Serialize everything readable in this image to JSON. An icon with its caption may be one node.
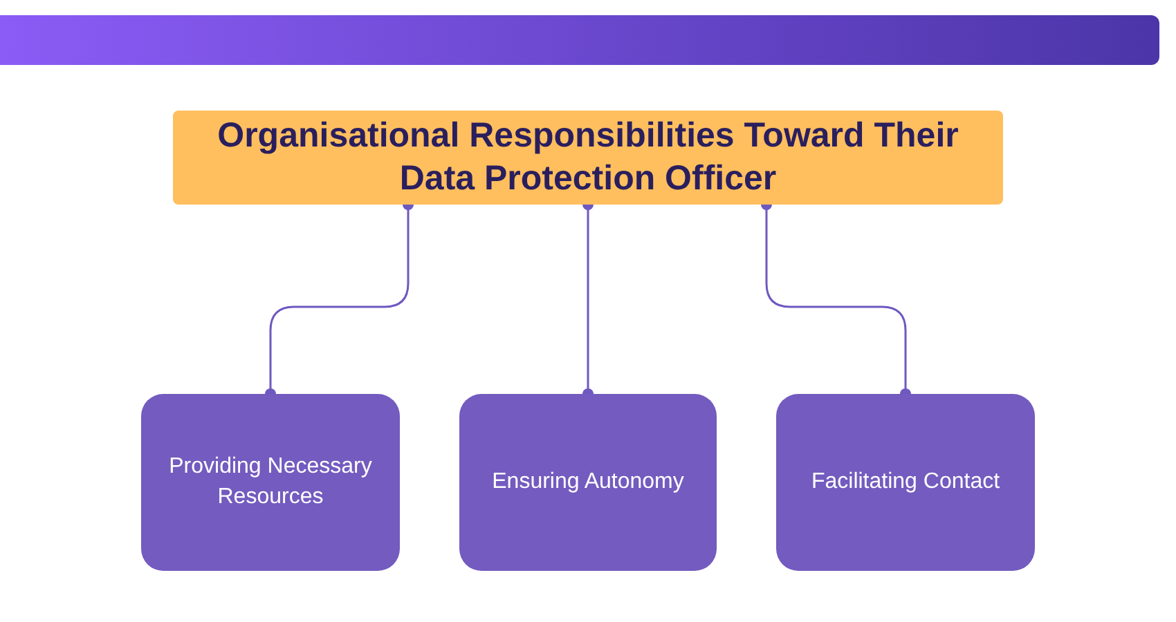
{
  "diagram": {
    "nodes": [
      {
        "text": [
          "Organisational Responsibilities Toward Their Data Protection Officer"
        ]
      },
      {
        "text": [
          "Providing Necessary Resources"
        ]
      },
      {
        "text": [
          "Ensuring Autonomy"
        ]
      },
      {
        "text": [
          "Facilitating Contact"
        ]
      }
    ],
    "edges": [
      {
        "from": 0,
        "to": 1,
        "arrow": "other"
      },
      {
        "from": 0,
        "to": 2,
        "arrow": "other"
      },
      {
        "from": 0,
        "to": 3,
        "arrow": "other"
      }
    ]
  }
}
